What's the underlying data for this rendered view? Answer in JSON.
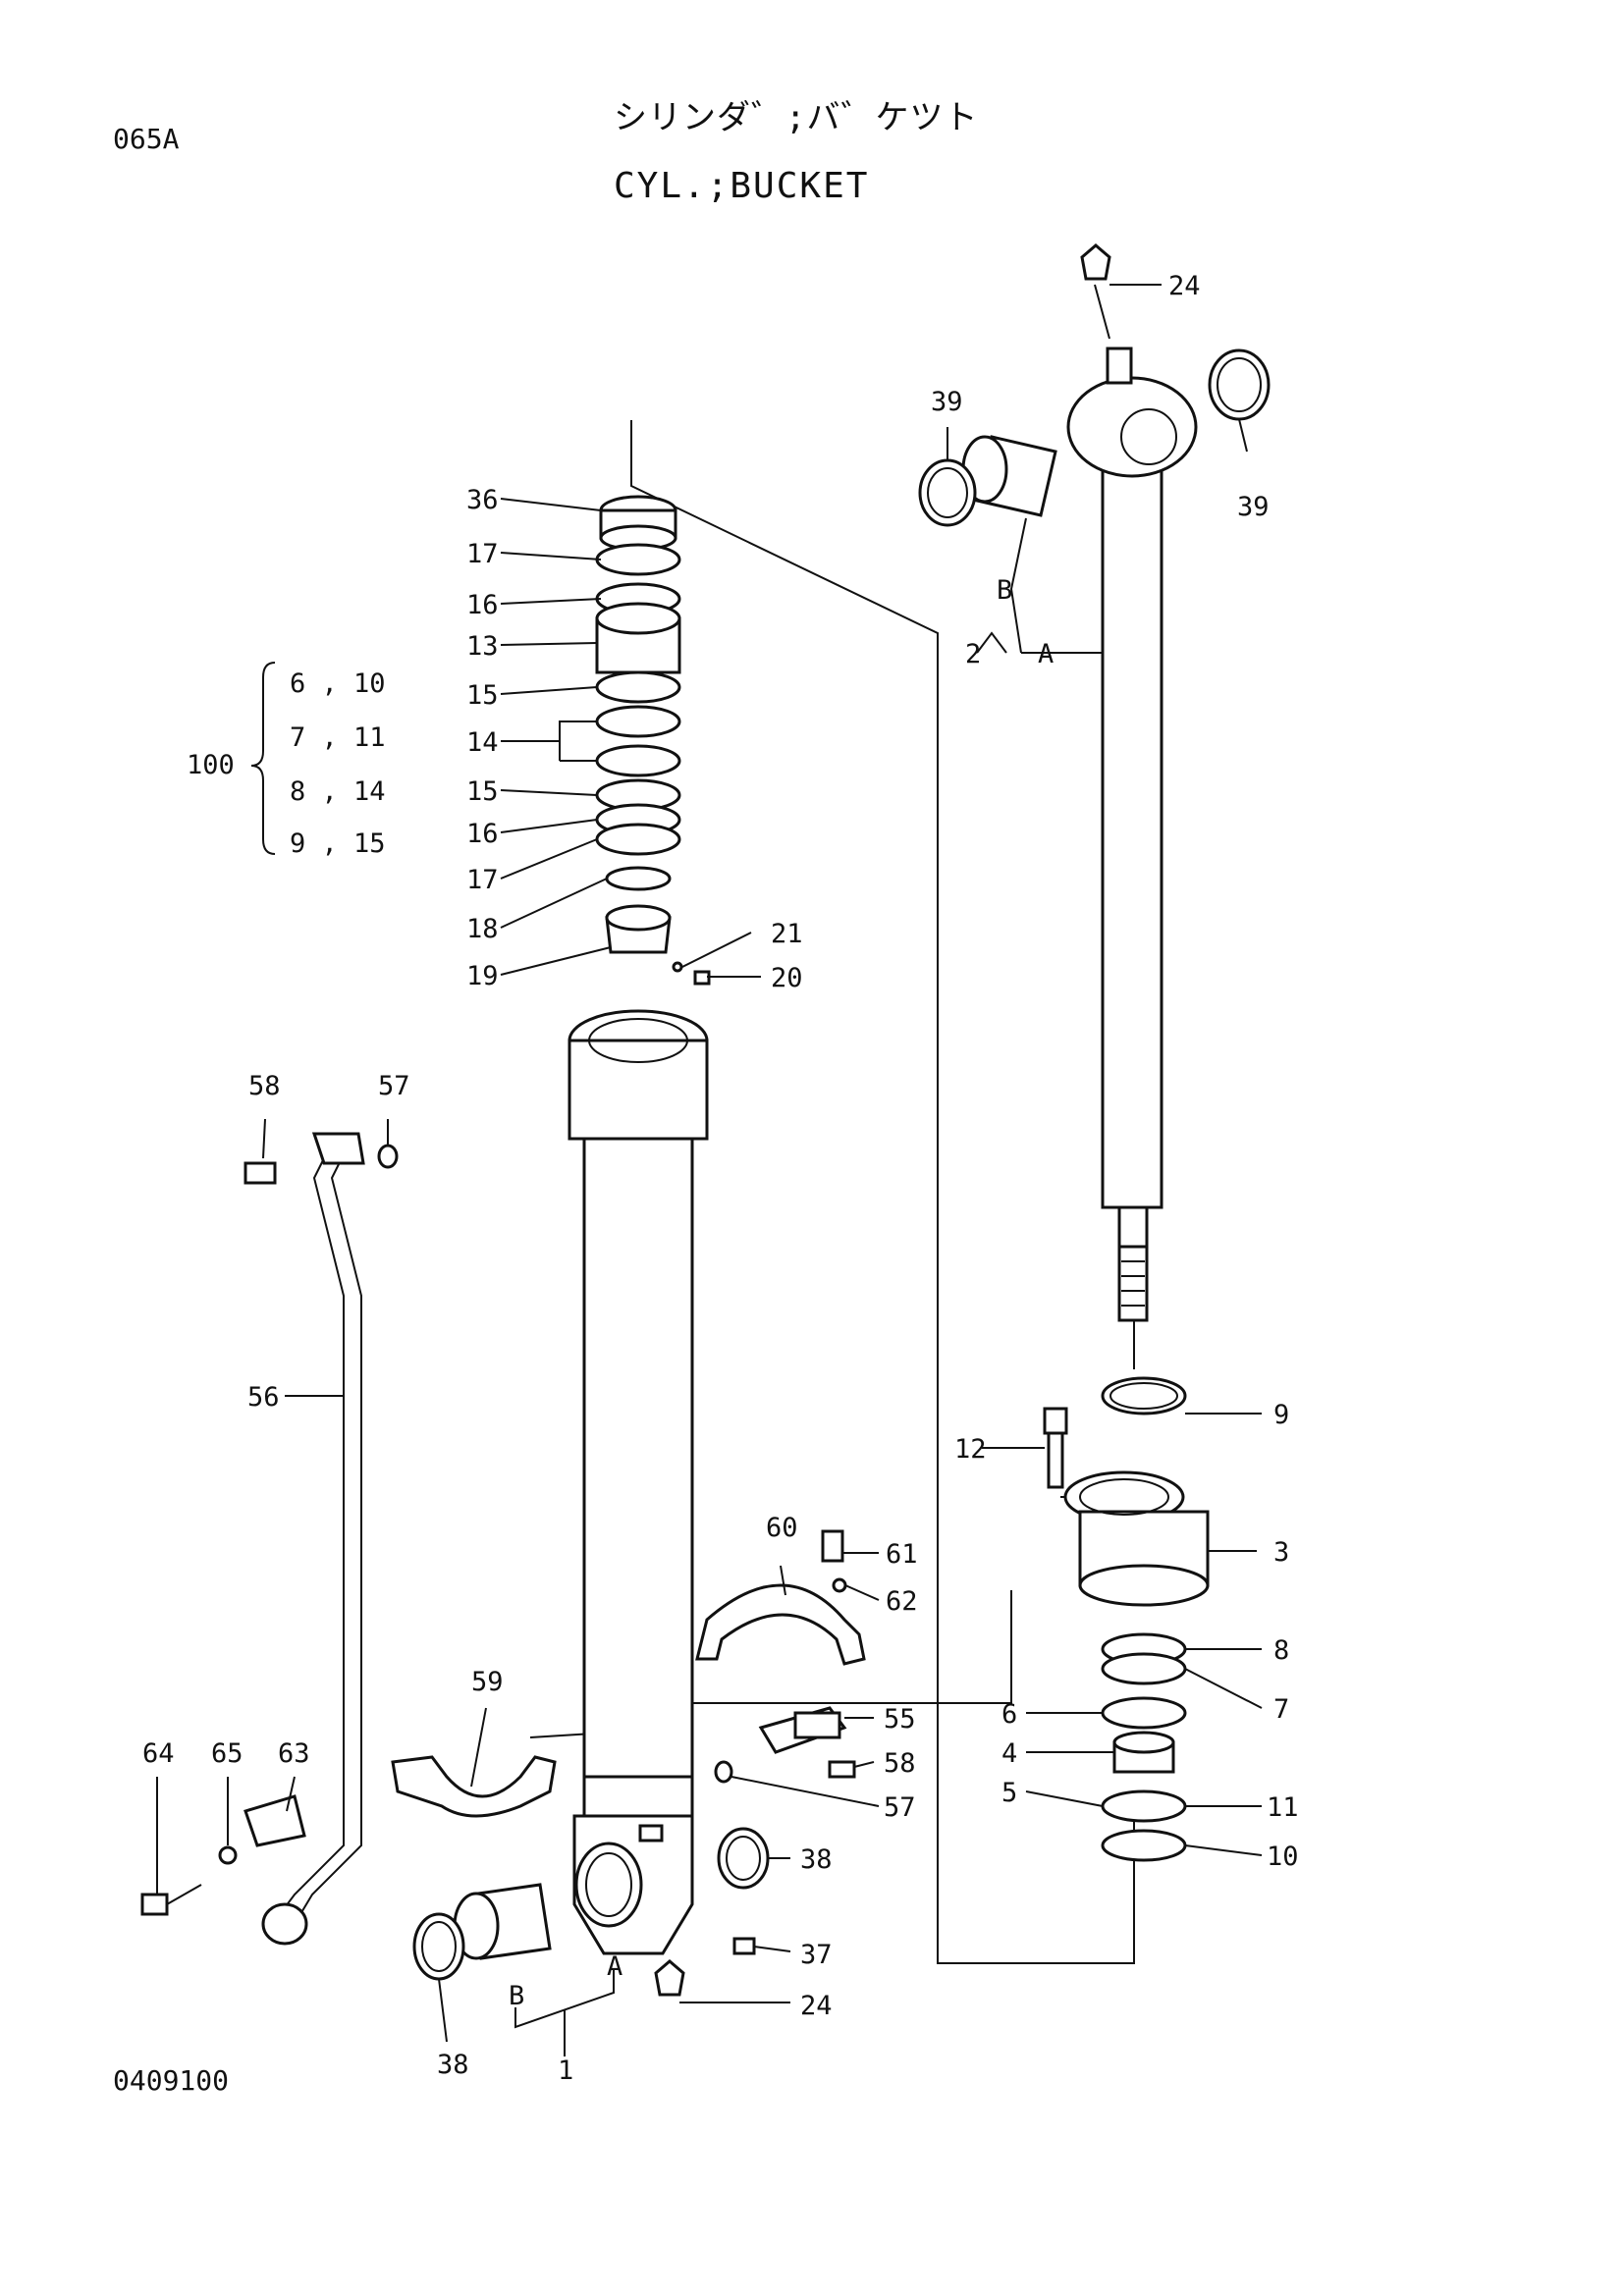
{
  "header": {
    "page_code": "065A",
    "title_jp": "シリンダ゛;バ゛ケツト",
    "title_en": "CYL.;BUCKET"
  },
  "footer": {
    "drawing_no": "0409100"
  },
  "group": {
    "label": "100",
    "rows": [
      "6 , 10",
      "7 , 11",
      "8 , 14",
      "9 , 15"
    ]
  },
  "callouts": {
    "c1": "1",
    "c2": "2",
    "c3": "3",
    "c4": "4",
    "c5": "5",
    "c6": "6",
    "c7": "7",
    "c8": "8",
    "c9": "9",
    "c10": "10",
    "c11": "11",
    "c12": "12",
    "c13": "13",
    "c14": "14",
    "c15a": "15",
    "c15b": "15",
    "c16a": "16",
    "c16b": "16",
    "c17a": "17",
    "c17b": "17",
    "c18": "18",
    "c19": "19",
    "c20": "20",
    "c21": "21",
    "c24a": "24",
    "c24b": "24",
    "c36": "36",
    "c37": "37",
    "c38a": "38",
    "c38b": "38",
    "c39a": "39",
    "c39b": "39",
    "c55": "55",
    "c56": "56",
    "c57a": "57",
    "c57b": "57",
    "c58a": "58",
    "c58b": "58",
    "c59": "59",
    "c60": "60",
    "c61": "61",
    "c62": "62",
    "c63": "63",
    "c64": "64",
    "c65": "65",
    "lA1": "A",
    "lB1": "B",
    "lA2": "A",
    "lB2": "B"
  }
}
